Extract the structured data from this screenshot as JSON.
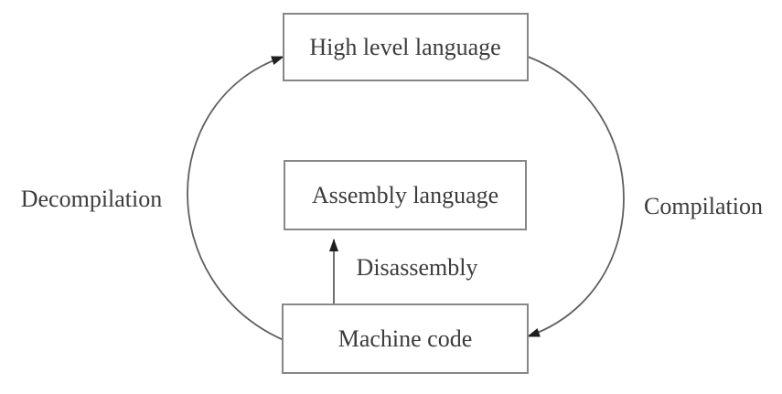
{
  "nodes": [
    {
      "id": "high-level-language",
      "label": "High level language"
    },
    {
      "id": "assembly-language",
      "label": "Assembly language"
    },
    {
      "id": "machine-code",
      "label": "Machine code"
    }
  ],
  "edges": [
    {
      "id": "decompilation",
      "label": "Decompilation",
      "from": "machine-code",
      "to": "high-level-language",
      "shape": "curved-left-arc",
      "arrowhead": "filled-triangle"
    },
    {
      "id": "compilation",
      "label": "Compilation",
      "from": "high-level-language",
      "to": "machine-code",
      "shape": "curved-right-arc",
      "arrowhead": "filled-triangle"
    },
    {
      "id": "disassembly",
      "label": "Disassembly",
      "from": "machine-code",
      "to": "assembly-language",
      "shape": "straight-vertical",
      "arrowhead": "filled-triangle"
    }
  ],
  "colors": {
    "background": "#ffffff",
    "box_border": "#878787",
    "box_fill": "#ffffff",
    "line": "#5f5f5f",
    "arrowhead": "#1f1f1f",
    "text": "#3c3c3c"
  }
}
